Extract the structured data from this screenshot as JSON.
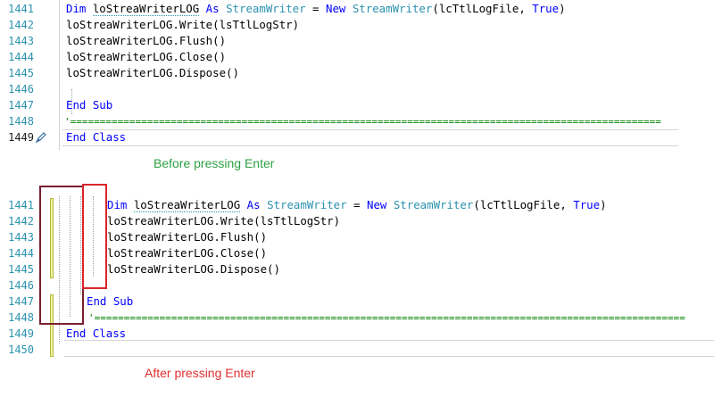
{
  "before": {
    "lines": [
      {
        "num": "1441",
        "parts": [
          [
            "kw",
            "Dim "
          ],
          [
            "sq",
            "loStreaWriterLOG"
          ],
          [
            "pl",
            " "
          ],
          [
            "kw",
            "As "
          ],
          [
            "ty",
            "StreamWriter"
          ],
          [
            "pl",
            " = "
          ],
          [
            "kw",
            "New "
          ],
          [
            "ty",
            "StreamWriter"
          ],
          [
            "pl",
            "(lcTtlLogFile, "
          ],
          [
            "kw",
            "True"
          ],
          [
            "pl",
            ")"
          ]
        ]
      },
      {
        "num": "1442",
        "parts": [
          [
            "pl",
            "loStreaWriterLOG.Write(lsTtlLogStr)"
          ]
        ]
      },
      {
        "num": "1443",
        "parts": [
          [
            "pl",
            "loStreaWriterLOG.Flush()"
          ]
        ]
      },
      {
        "num": "1444",
        "parts": [
          [
            "pl",
            "loStreaWriterLOG.Close()"
          ]
        ]
      },
      {
        "num": "1445",
        "parts": [
          [
            "pl",
            "loStreaWriterLOG.Dispose()"
          ]
        ]
      },
      {
        "num": "1446",
        "parts": []
      },
      {
        "num": "1447",
        "parts": [
          [
            "kw",
            "End Sub"
          ]
        ]
      },
      {
        "num": "1448",
        "parts": [
          [
            "sep",
            "'===================================================================================================="
          ]
        ]
      },
      {
        "num": "1449",
        "parts": [
          [
            "kw",
            "End Class"
          ]
        ]
      }
    ],
    "caption": "Before pressing Enter",
    "caption_color": "#2ea043"
  },
  "after": {
    "lines": [
      {
        "num": "1441",
        "parts": [
          [
            "kw",
            "Dim "
          ],
          [
            "sq",
            "loStreaWriterLOG"
          ],
          [
            "pl",
            " "
          ],
          [
            "kw",
            "As "
          ],
          [
            "ty",
            "StreamWriter"
          ],
          [
            "pl",
            " = "
          ],
          [
            "kw",
            "New "
          ],
          [
            "ty",
            "StreamWriter"
          ],
          [
            "pl",
            "(lcTtlLogFile, "
          ],
          [
            "kw",
            "True"
          ],
          [
            "pl",
            ")"
          ]
        ]
      },
      {
        "num": "1442",
        "parts": [
          [
            "pl",
            "loStreaWriterLOG.Write(lsTtlLogStr)"
          ]
        ]
      },
      {
        "num": "1443",
        "parts": [
          [
            "pl",
            "loStreaWriterLOG.Flush()"
          ]
        ]
      },
      {
        "num": "1444",
        "parts": [
          [
            "pl",
            "loStreaWriterLOG.Close()"
          ]
        ]
      },
      {
        "num": "1445",
        "parts": [
          [
            "pl",
            "loStreaWriterLOG.Dispose()"
          ]
        ]
      },
      {
        "num": "1446",
        "parts": []
      },
      {
        "num": "1447",
        "parts": [
          [
            "kw",
            "End Sub"
          ]
        ]
      },
      {
        "num": "1448",
        "parts": [
          [
            "sep",
            "'===================================================================================================="
          ]
        ]
      },
      {
        "num": "1449",
        "parts": [
          [
            "kw",
            "End Class"
          ]
        ]
      },
      {
        "num": "1450",
        "parts": []
      }
    ],
    "caption": "After pressing Enter",
    "caption_color": "#e03030"
  },
  "colors": {
    "keyword": "#0000ff",
    "type": "#2b91af",
    "line_number": "#2b91af",
    "separator": "#008000",
    "box_dark": "#7a1e2e",
    "box_red": "#d9252b"
  },
  "icons": {
    "current_line_marker": "quick-action-pen-icon"
  }
}
